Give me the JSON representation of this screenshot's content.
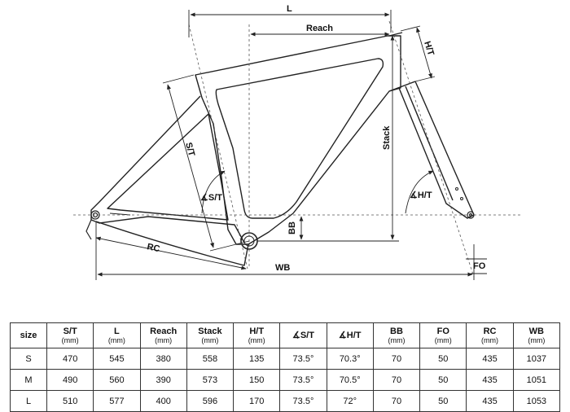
{
  "diagram": {
    "labels": {
      "L": "L",
      "reach": "Reach",
      "ht": "H/T",
      "st": "S/T",
      "stack": "Stack",
      "st_angle": "∡S/T",
      "ht_angle": "∡H/T",
      "bb": "BB",
      "rc": "RC",
      "wb": "WB",
      "fo": "FO"
    }
  },
  "table": {
    "headers": [
      {
        "label": "size",
        "unit": ""
      },
      {
        "label": "S/T",
        "unit": "(mm)"
      },
      {
        "label": "L",
        "unit": "(mm)"
      },
      {
        "label": "Reach",
        "unit": "(mm)"
      },
      {
        "label": "Stack",
        "unit": "(mm)"
      },
      {
        "label": "H/T",
        "unit": "(mm)"
      },
      {
        "label": "∡S/T",
        "unit": ""
      },
      {
        "label": "∡H/T",
        "unit": ""
      },
      {
        "label": "BB",
        "unit": "(mm)"
      },
      {
        "label": "FO",
        "unit": "(mm)"
      },
      {
        "label": "RC",
        "unit": "(mm)"
      },
      {
        "label": "WB",
        "unit": "(mm)"
      }
    ],
    "rows": [
      [
        "S",
        "470",
        "545",
        "380",
        "558",
        "135",
        "73.5°",
        "70.3°",
        "70",
        "50",
        "435",
        "1037"
      ],
      [
        "M",
        "490",
        "560",
        "390",
        "573",
        "150",
        "73.5°",
        "70.5°",
        "70",
        "50",
        "435",
        "1051"
      ],
      [
        "L",
        "510",
        "577",
        "400",
        "596",
        "170",
        "73.5°",
        "72°",
        "70",
        "50",
        "435",
        "1053"
      ]
    ]
  }
}
